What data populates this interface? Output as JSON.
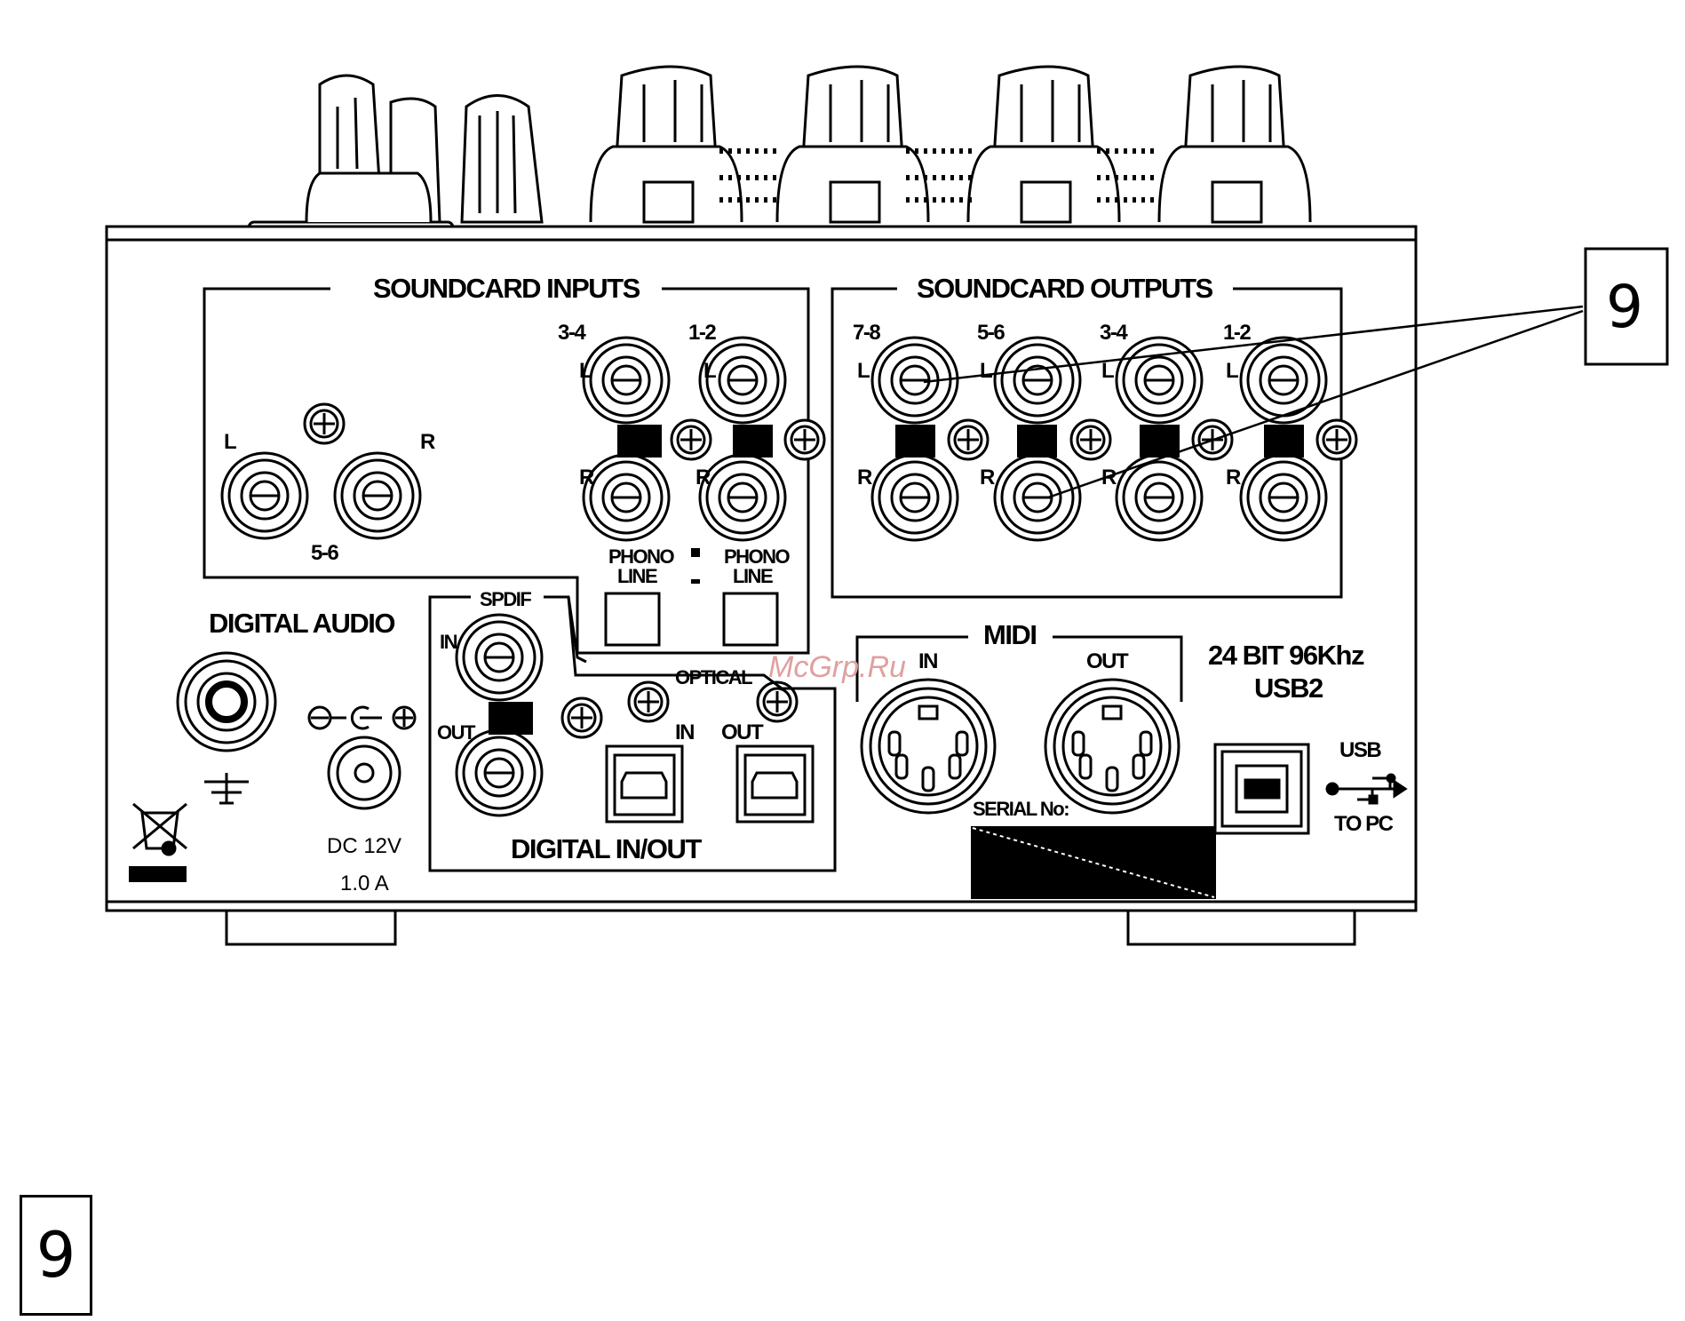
{
  "labels": {
    "soundcard_inputs": "SOUNDCARD INPUTS",
    "soundcard_outputs": "SOUNDCARD OUTPUTS",
    "in_34": "3-4",
    "in_12": "1-2",
    "in_56": "5-6",
    "out_78": "7-8",
    "out_56": "5-6",
    "out_34": "3-4",
    "out_12": "1-2",
    "left": "L",
    "right": "R",
    "phono": "PHONO",
    "line": "LINE",
    "digital_audio": "DIGITAL AUDIO",
    "spdif": "SPDIF",
    "in": "IN",
    "out": "OUT",
    "optical": "OPTICAL",
    "digital_inout": "DIGITAL IN/OUT",
    "midi": "MIDI",
    "bit_rate": "24 BIT 96Khz",
    "usb2": "USB2",
    "usb": "USB",
    "to_pc": "TO PC",
    "serial": "SERIAL No:",
    "dc": "DC 12V",
    "amps": "1.0 A",
    "callout": "9",
    "watermark": "McGrp.Ru"
  },
  "legend": {
    "number": "9"
  }
}
